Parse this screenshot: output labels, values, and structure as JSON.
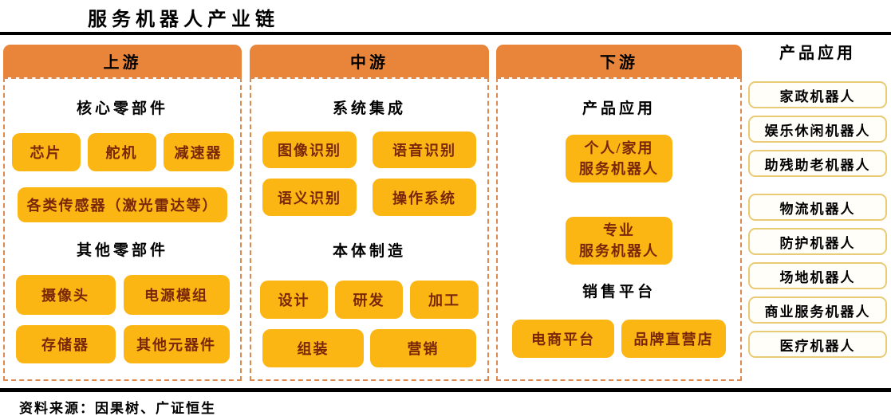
{
  "title": "服务机器人产业链",
  "source": "资料来源：因果树、广证恒生",
  "upstream": {
    "header": "上游",
    "core_label": "核心零部件",
    "chip": "芯片",
    "servo": "舵机",
    "reducer": "减速器",
    "sensors": "各类传感器（激光雷达等）",
    "other_label": "其他零部件",
    "camera": "摄像头",
    "power_module": "电源模组",
    "memory": "存储器",
    "other_parts": "其他元器件"
  },
  "midstream": {
    "header": "中游",
    "integration_label": "系统集成",
    "image_recognition": "图像识别",
    "speech_recognition": "语音识别",
    "semantic_recognition": "语义识别",
    "operating_system": "操作系统",
    "manufacturing_label": "本体制造",
    "design": "设计",
    "rnd": "研发",
    "processing": "加工",
    "assembly": "组装",
    "marketing": "营销"
  },
  "downstream": {
    "header": "下游",
    "application_label": "产品应用",
    "personal_line1": "个人/家用",
    "personal_line2": "服务机器人",
    "professional_line1": "专业",
    "professional_line2": "服务机器人",
    "sales_label": "销售平台",
    "ecommerce": "电商平台",
    "brand_store": "品牌直营店"
  },
  "applications": {
    "header": "产品应用",
    "group1": [
      "家政机器人",
      "娱乐休闲机器人",
      "助残助老机器人"
    ],
    "group2": [
      "物流机器人",
      "防护机器人",
      "场地机器人",
      "商业服务机器人",
      "医疗机器人"
    ]
  },
  "colors": {
    "header_orange": "#E8853A",
    "box_yellow": "#FBB614",
    "box_text_brown": "#7A2709",
    "dashed_border_orange": "#DD8A52",
    "app_box_border_gold": "#E8CB74",
    "divider_black": "#000000"
  }
}
